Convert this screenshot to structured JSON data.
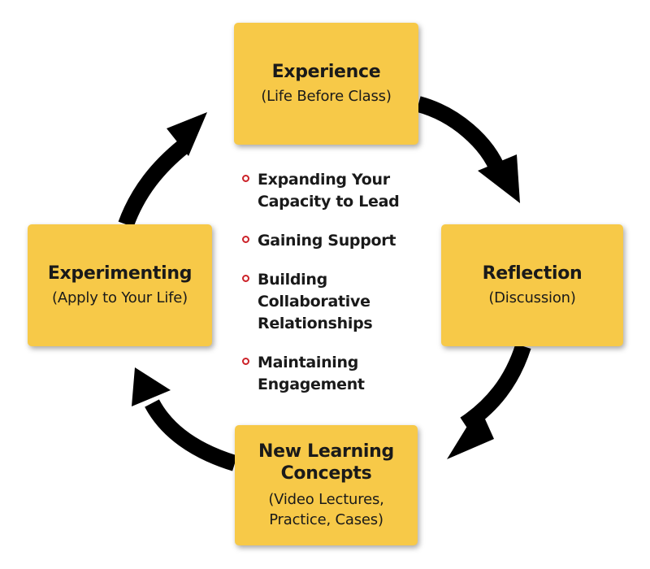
{
  "cycle": {
    "experience": {
      "title": "Experience",
      "subtitle": "(Life Before Class)"
    },
    "reflection": {
      "title": "Reflection",
      "subtitle": "(Discussion)"
    },
    "concepts": {
      "title_line1": "New Learning",
      "title_line2": "Concepts",
      "subtitle_line1": "(Video Lectures,",
      "subtitle_line2": "Practice, Cases)"
    },
    "experimenting": {
      "title": "Experimenting",
      "subtitle": "(Apply to Your Life)"
    }
  },
  "topics": [
    {
      "line1": "Expanding Your",
      "line2": "Capacity to Lead"
    },
    {
      "line1": "Gaining Support"
    },
    {
      "line1": "Building",
      "line2": "Collaborative",
      "line3": "Relationships"
    },
    {
      "line1": "Maintaining",
      "line2": "Engagement"
    }
  ],
  "colors": {
    "box_fill": "#f7c948",
    "arrow": "#000000",
    "bullet": "#cc2229"
  }
}
